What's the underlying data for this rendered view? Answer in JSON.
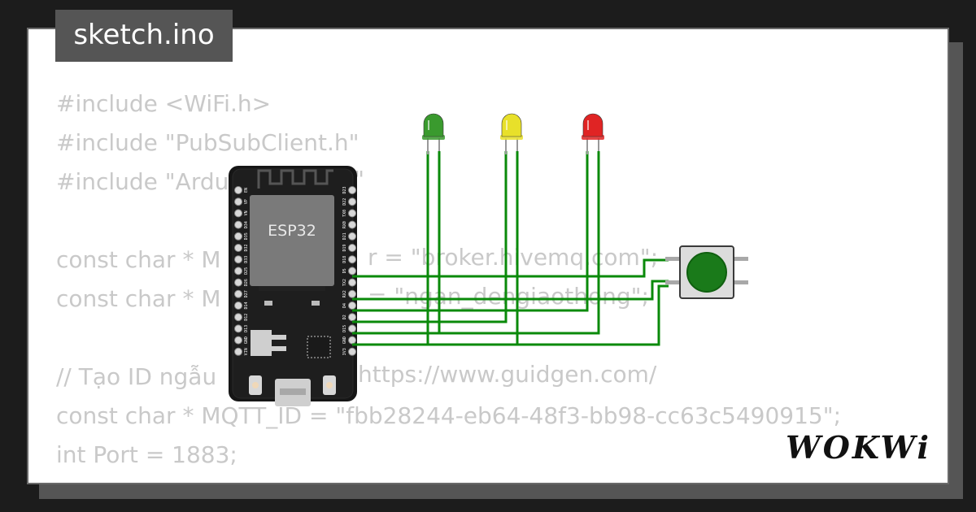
{
  "tab": {
    "label": "sketch.ino"
  },
  "code": {
    "lines": [
      "#include <WiFi.h>",
      "#include \"PubSubClient.h\"",
      "#include \"Ardui",
      "",
      "const char * M",
      "const char * M",
      "",
      "// Tạo ID ngẫu",
      "const char * MQTT_ID = \"fbb28244-eb64-48f3-bb98-cc63c5490915\";",
      "int Port = 1883;"
    ],
    "fragments": {
      "include_tail": "o\"",
      "server_tail": "r = \"broker.hivemq.com\";",
      "topic_tail": "= \"ngan_dengiaothong\";",
      "comment_tail": "https://www.guidgen.com/"
    }
  },
  "board": {
    "chip_label": "ESP32",
    "left_pins": [
      "EN",
      "VP",
      "VN",
      "D34",
      "D35",
      "D32",
      "D33",
      "D25",
      "D26",
      "D27",
      "D14",
      "D12",
      "D13",
      "GND",
      "VIN"
    ],
    "right_pins": [
      "D23",
      "D22",
      "TX0",
      "RX0",
      "D21",
      "D19",
      "D18",
      "D5",
      "TX2",
      "RX2",
      "D4",
      "D2",
      "D15",
      "GND",
      "3V3"
    ]
  },
  "leds": [
    {
      "name": "green",
      "color": "#3a9a2e"
    },
    {
      "name": "yellow",
      "color": "#e8e02a"
    },
    {
      "name": "red",
      "color": "#e02424"
    }
  ],
  "wire_color": "#0a8a0a",
  "button_color": "#1a7a1a",
  "brand": {
    "text": "WOKWi"
  }
}
